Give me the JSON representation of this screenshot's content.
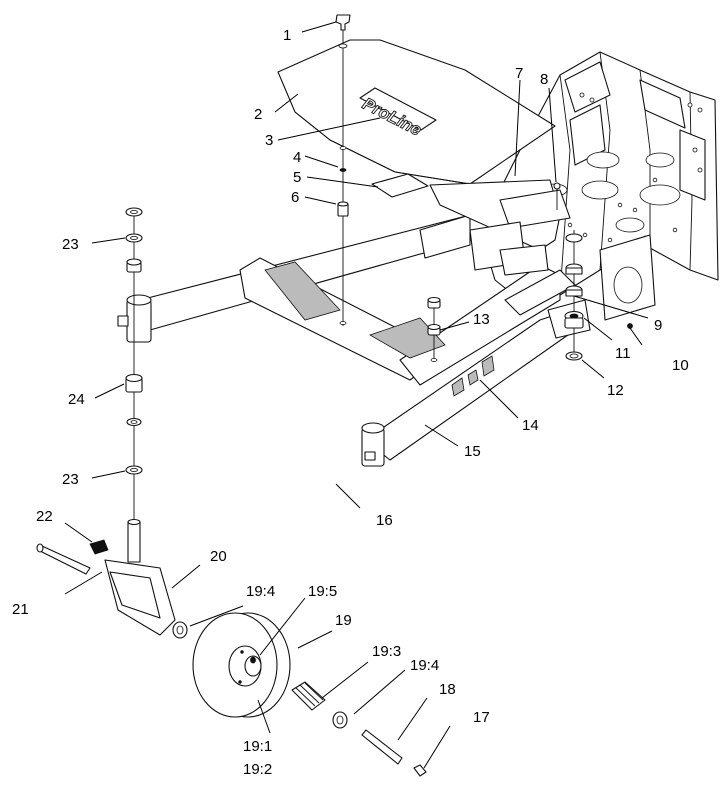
{
  "diagram": {
    "logo_text": "ProLine",
    "callouts": [
      "1",
      "2",
      "3",
      "4",
      "5",
      "6",
      "7",
      "8",
      "9",
      "10",
      "11",
      "12",
      "13",
      "14",
      "15",
      "16",
      "17",
      "18",
      "19",
      "19:1",
      "19:2",
      "19:3",
      "19:4",
      "19:5",
      "20",
      "21",
      "22",
      "23",
      "24"
    ]
  }
}
